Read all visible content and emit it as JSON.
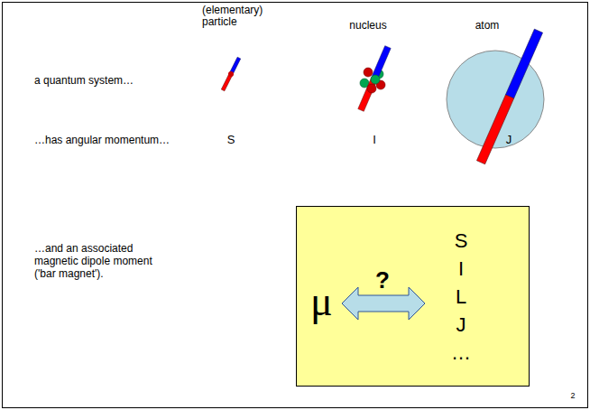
{
  "diagram": {
    "nodes": [
      {
        "text": [
          "μ",
          "?",
          "S I L J …"
        ]
      }
    ],
    "labels": [
      "(elementary) particle",
      "nucleus",
      "atom",
      "a quantum system…",
      "…has angular momentum…",
      "S",
      "I",
      "J",
      "…and an associated magnetic dipole moment ('bar magnet').",
      "2"
    ]
  }
}
